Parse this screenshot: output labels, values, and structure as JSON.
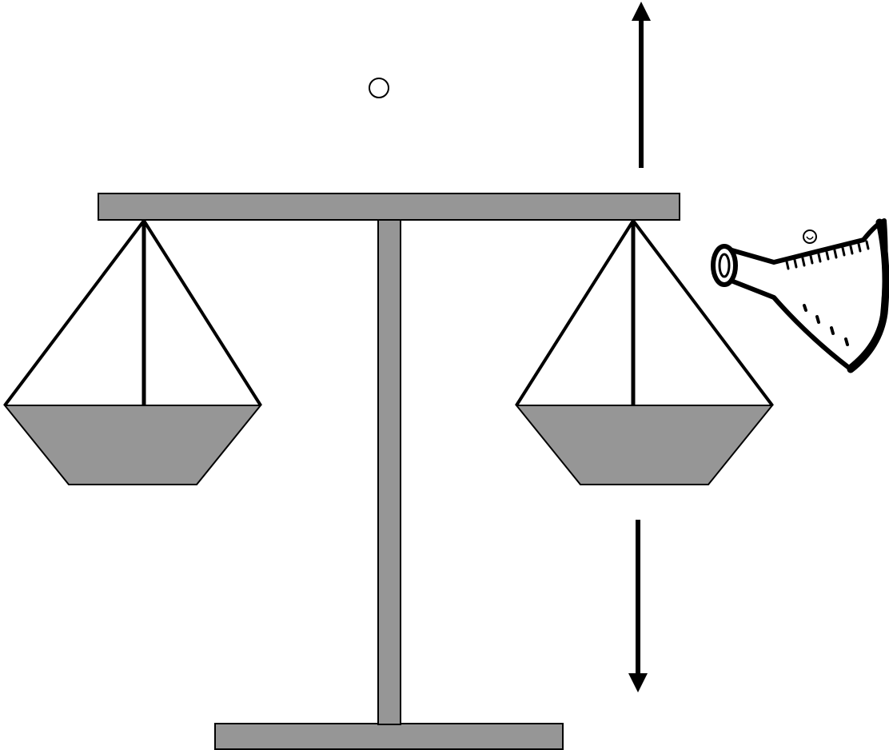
{
  "diagram": {
    "subject": "balance-scale",
    "colors": {
      "structure_fill": "#969696",
      "stroke": "#000000",
      "background": "#ffffff"
    },
    "annotations": {
      "upward_arrow": "arrow-up",
      "downward_arrow": "arrow-down",
      "small_circle": "circle-marker",
      "flask": "erlenmeyer-flask-icon"
    }
  }
}
